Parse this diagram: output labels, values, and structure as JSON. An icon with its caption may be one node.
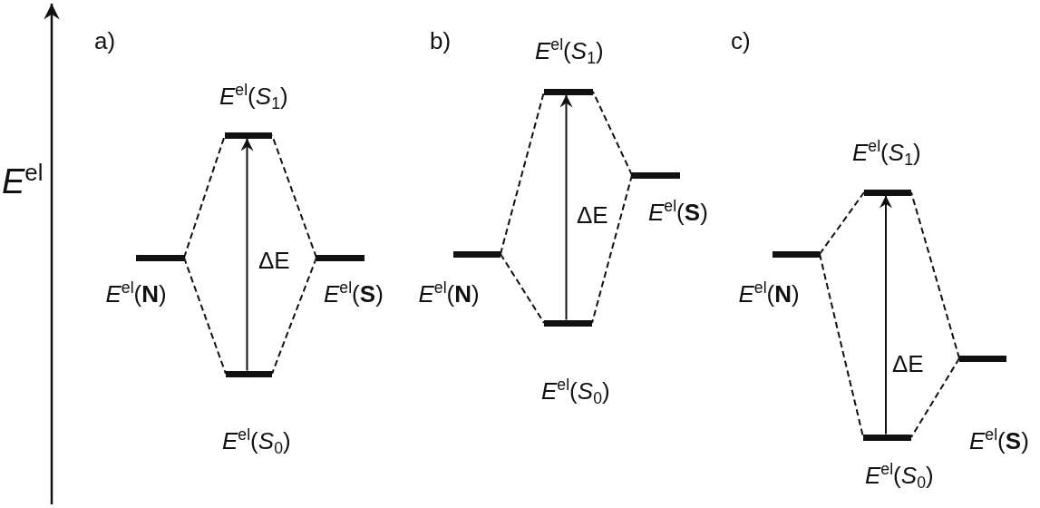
{
  "diagram": {
    "nodes": [
      {
        "text": [
          "*E*$^{el}$(*S*$_{1}$)"
        ]
      },
      {
        "text": [
          "*E*$^{el}$(**N**)"
        ]
      },
      {
        "text": [
          "*E*$^{el}$(**S**)"
        ]
      },
      {
        "text": [
          "*E*$^{el}$(*S*$_{0}$)"
        ]
      },
      {
        "text": [
          "*E*$^{el}$(*S*$_{1}$)"
        ]
      },
      {
        "text": [
          "*E*$^{el}$(**N**)"
        ]
      },
      {
        "text": [
          "*E*$^{el}$(**S**)"
        ]
      },
      {
        "text": [
          "*E*$^{el}$(*S*$_{0}$)"
        ]
      },
      {
        "text": [
          "*E*$^{el}$(*S*$_{1}$)"
        ]
      },
      {
        "text": [
          "*E*$^{el}$(**N**)"
        ]
      },
      {
        "text": [
          "*E*$^{el}$(**S**)"
        ]
      },
      {
        "text": [
          "*E*$^{el}$(*S*$_{0}$)"
        ]
      }
    ],
    "edges": [
      {
        "from": 1,
        "to": 0,
        "arrow": "none",
        "style": "dashed"
      },
      {
        "from": 2,
        "to": 0,
        "arrow": "none",
        "style": "dashed"
      },
      {
        "from": 1,
        "to": 3,
        "arrow": "none",
        "style": "dashed"
      },
      {
        "from": 2,
        "to": 3,
        "arrow": "none",
        "style": "dashed"
      },
      {
        "from": 3,
        "to": 0,
        "arrow": "to",
        "label": "ΔE"
      },
      {
        "from": 5,
        "to": 4,
        "arrow": "none",
        "style": "dashed"
      },
      {
        "from": 6,
        "to": 4,
        "arrow": "none",
        "style": "dashed"
      },
      {
        "from": 5,
        "to": 7,
        "arrow": "none",
        "style": "dashed"
      },
      {
        "from": 6,
        "to": 7,
        "arrow": "none",
        "style": "dashed"
      },
      {
        "from": 7,
        "to": 4,
        "arrow": "to",
        "label": "ΔE"
      },
      {
        "from": 9,
        "to": 8,
        "arrow": "none",
        "style": "dashed"
      },
      {
        "from": 10,
        "to": 8,
        "arrow": "none",
        "style": "dashed"
      },
      {
        "from": 9,
        "to": 11,
        "arrow": "none",
        "style": "dashed"
      },
      {
        "from": 10,
        "to": 11,
        "arrow": "none",
        "style": "dashed"
      },
      {
        "from": 11,
        "to": 8,
        "arrow": "to",
        "label": "ΔE"
      }
    ],
    "labels": [
      "*E*$^{el}$",
      "a)",
      "b)",
      "c)"
    ]
  }
}
